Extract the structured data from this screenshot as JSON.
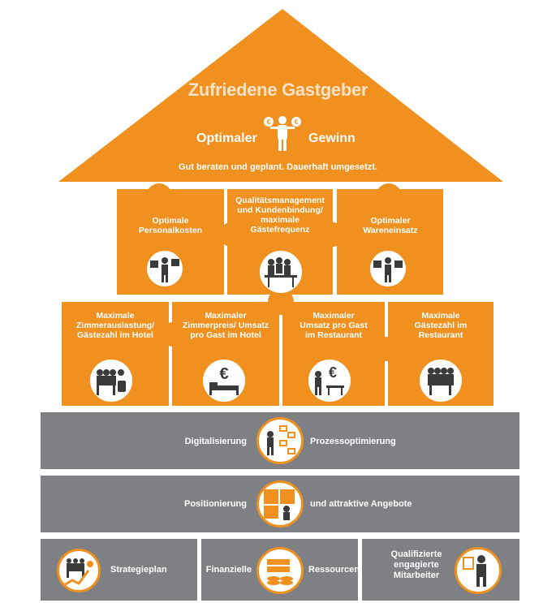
{
  "colors": {
    "orange": "#f0901f",
    "gray": "#7f8083",
    "white": "#ffffff",
    "title": "#fbe3c7"
  },
  "roof": {
    "title": "Zufriedene Gastgeber",
    "left_word": "Optimaler",
    "right_word": "Gewinn",
    "subtitle": "Gut beraten und geplant. Dauerhaft umgesetzt.",
    "icon": "person-with-money-bags-icon"
  },
  "upper_pieces": [
    {
      "label": "Optimale\nPersonalkosten",
      "icon": "person-with-charts-icon"
    },
    {
      "label": "Qualitätsmanagement\nund Kundenbindung/\nmaximale\nGästefrequenz",
      "icon": "guests-at-counter-icon"
    },
    {
      "label": "Optimaler\nWareneinsatz",
      "icon": "person-with-goods-icon"
    }
  ],
  "lower_pieces": [
    {
      "label": "Maximale\nZimmerauslastung/\nGästezahl im Hotel",
      "icon": "hotel-guests-icon"
    },
    {
      "label": "Maximaler\nZimmerpreis/ Umsatz\npro Gast im Hotel",
      "icon": "euro-bed-icon"
    },
    {
      "label": "Maximaler\nUmsatz pro Gast\nim Restaurant",
      "icon": "euro-waiter-icon"
    },
    {
      "label": "Maximale\nGästezahl im\nRestaurant",
      "icon": "restaurant-guests-icon"
    }
  ],
  "bands": [
    {
      "left": "Digitalisierung",
      "right": "Prozessoptimierung",
      "icon": "process-chart-icon"
    },
    {
      "left": "Positionierung",
      "right": "und attraktive Angebote",
      "icon": "puzzle-person-icon"
    }
  ],
  "foundation": [
    {
      "label": "Strategieplan",
      "icon": "growth-team-icon"
    },
    {
      "left": "Finanzielle",
      "right": "Ressourcen",
      "icon": "money-stack-icon"
    },
    {
      "label": "Qualifizierte\nengagierte\nMitarbeiter",
      "icon": "employee-icon"
    }
  ]
}
